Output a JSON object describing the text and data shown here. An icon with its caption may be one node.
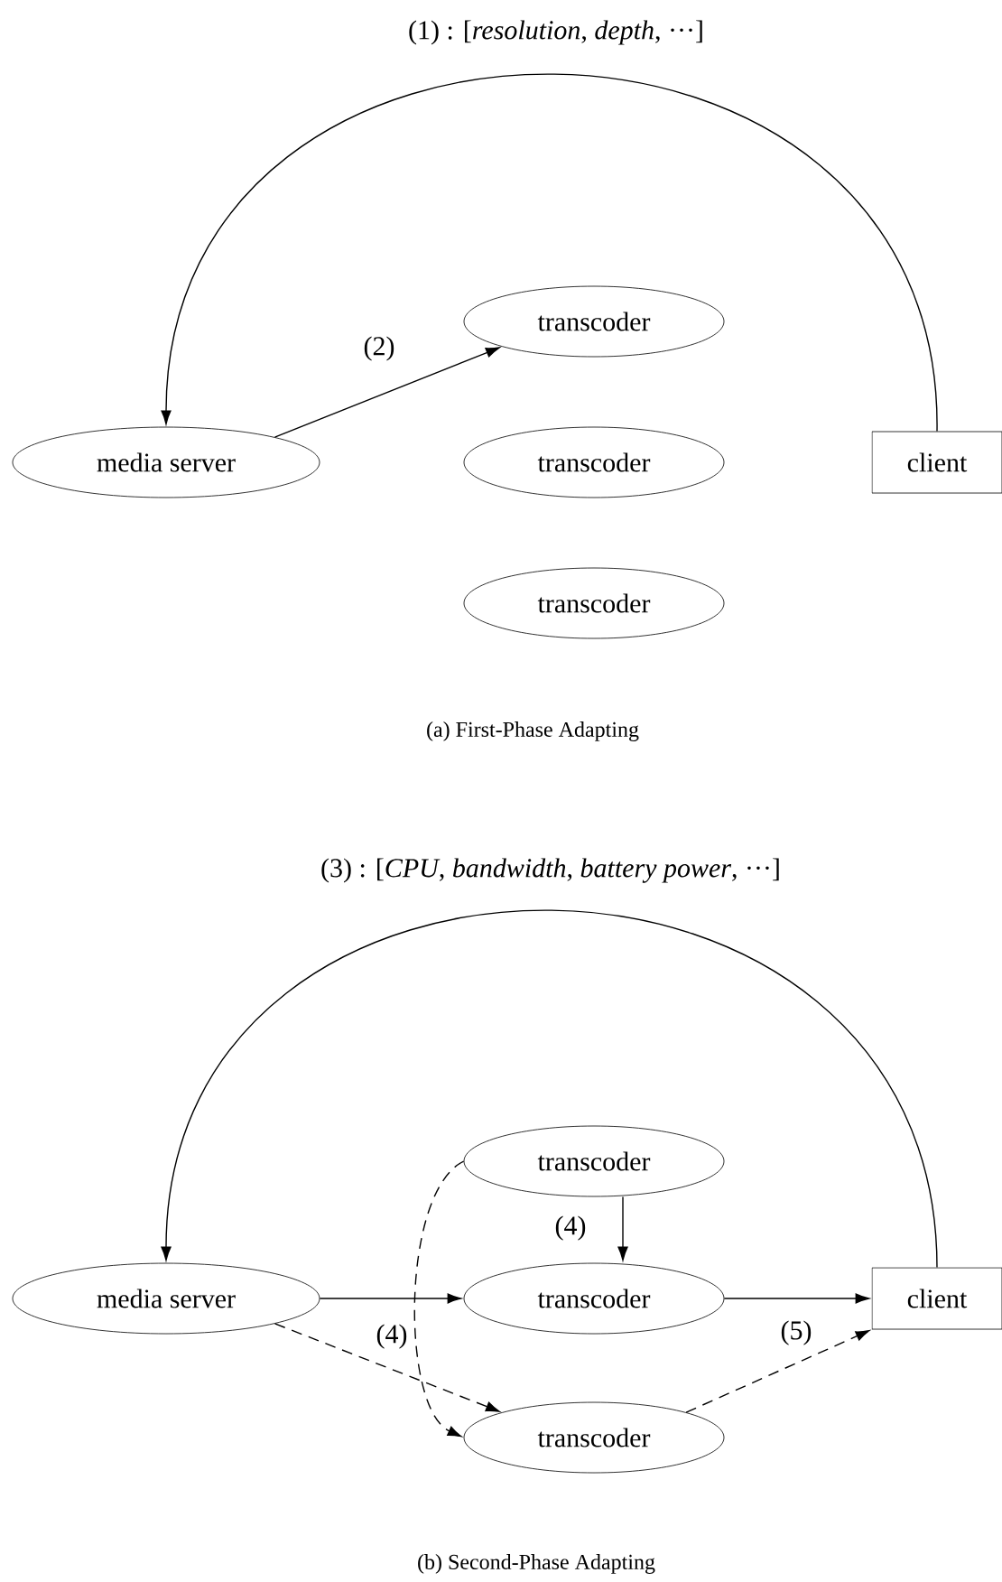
{
  "diagram": {
    "nodes": [
      {
        "text": [
          "media server"
        ]
      },
      {
        "text": [
          "transcoder"
        ]
      },
      {
        "text": [
          "transcoder"
        ]
      },
      {
        "text": [
          "transcoder"
        ]
      },
      {
        "text": [
          "client"
        ]
      },
      {
        "text": [
          "media server"
        ]
      },
      {
        "text": [
          "transcoder"
        ]
      },
      {
        "text": [
          "transcoder"
        ]
      },
      {
        "text": [
          "transcoder"
        ]
      },
      {
        "text": [
          "client"
        ]
      }
    ],
    "edges": [
      {
        "from": 4,
        "to": 0,
        "arrow": "to",
        "label": "(1) : [*resolution*, *depth*, ···]"
      },
      {
        "from": 0,
        "to": 1,
        "arrow": "to",
        "label": "(2)"
      },
      {
        "from": 9,
        "to": 5,
        "arrow": "to",
        "label": "(3) : [*CPU*, *bandwidth*, *battery power*, ···]"
      },
      {
        "from": 5,
        "to": 7,
        "arrow": "to"
      },
      {
        "from": 6,
        "to": 7,
        "arrow": "to",
        "label": "(4)"
      },
      {
        "from": 6,
        "to": 8,
        "arrow": "to",
        "style": "dashed"
      },
      {
        "from": 5,
        "to": 8,
        "arrow": "to",
        "style": "dashed",
        "label": "(4)"
      },
      {
        "from": 7,
        "to": 9,
        "arrow": "to"
      },
      {
        "from": 8,
        "to": 9,
        "arrow": "to",
        "style": "dashed",
        "label": "(5)"
      }
    ],
    "labels": [
      "(a) First-Phase Adapting",
      "(b) Second-Phase Adapting"
    ]
  }
}
